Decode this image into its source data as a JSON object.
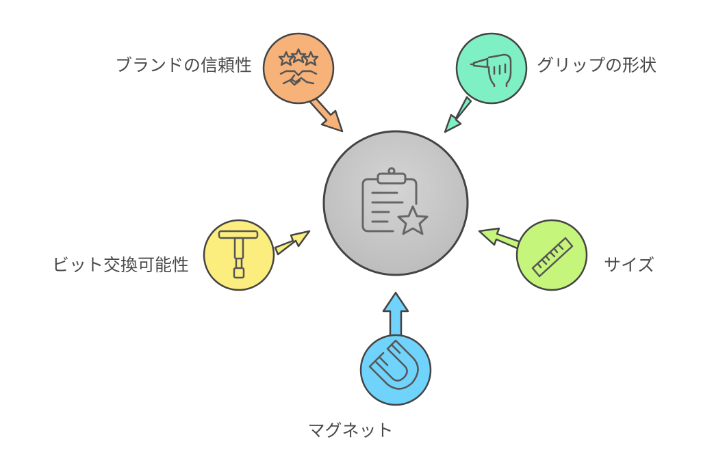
{
  "diagram": {
    "factors": {
      "brand": {
        "label": "ブランドの信頼性",
        "color": "#f7b27a",
        "icon": "stars-handshake-icon"
      },
      "grip": {
        "label": "グリップの形状",
        "color": "#7ef0c4",
        "icon": "hand-grip-pen-icon"
      },
      "bit": {
        "label": "ビット交換可能性",
        "color": "#fbed7e",
        "icon": "t-handle-wrench-icon"
      },
      "size": {
        "label": "サイズ",
        "color": "#c6f57b",
        "icon": "ruler-icon"
      },
      "magnet": {
        "label": "マグネット",
        "color": "#6fd3fb",
        "icon": "magnet-icon"
      }
    },
    "center": {
      "color": "#c8c8c8",
      "icon": "clipboard-star-icon"
    },
    "stroke_color": "#444444"
  }
}
